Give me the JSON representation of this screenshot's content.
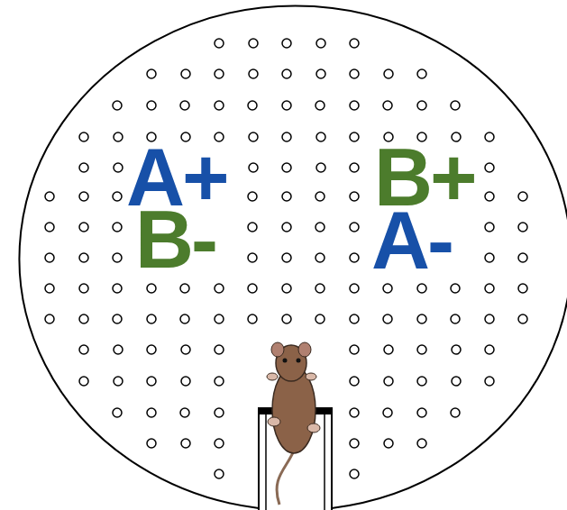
{
  "diagram": {
    "labels": [
      "A+",
      "B-",
      "B+",
      "A-"
    ]
  }
}
